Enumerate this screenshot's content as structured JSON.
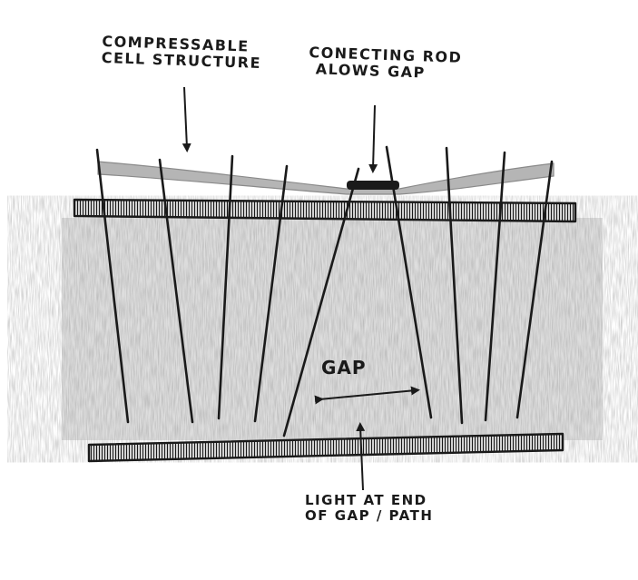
{
  "labels": {
    "compressable": [
      "COMPRESSABLE",
      "CELL STRUCTURE"
    ],
    "rod": [
      "CONECTING ROD",
      "ALOWS GAP"
    ],
    "gap": "GAP",
    "light": [
      "LIGHT AT END",
      "OF GAP / PATH"
    ]
  },
  "colors": {
    "ink": "#1a1a1a",
    "shade": "#d9d9d9",
    "band": "#9a9a9a"
  }
}
